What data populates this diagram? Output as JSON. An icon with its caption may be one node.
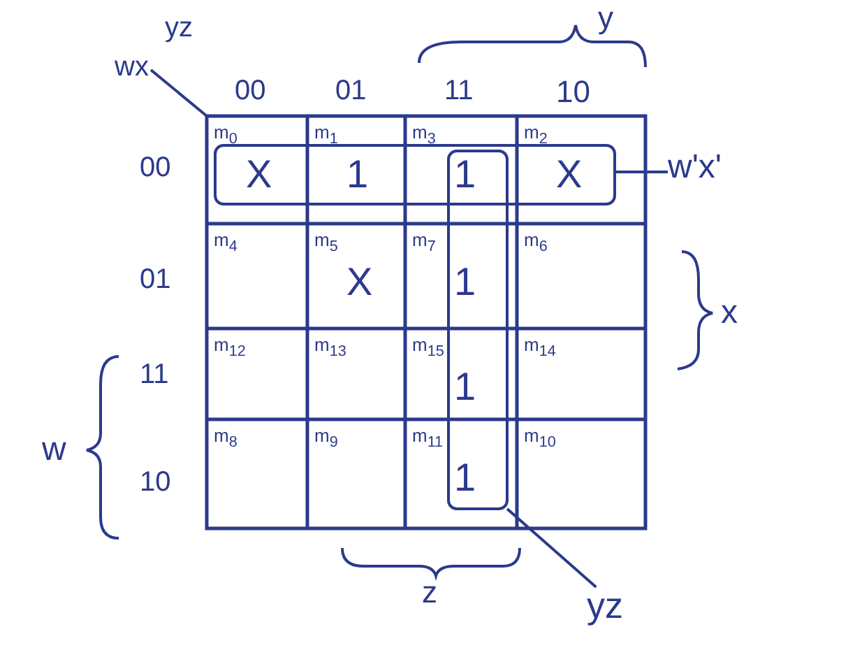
{
  "diagram": {
    "nodes": [
      {
        "text": [
          "w'x'"
        ]
      },
      {
        "text": [],
        "shape": "box"
      },
      {
        "text": [
          "yz"
        ]
      },
      {
        "text": [],
        "shape": "box"
      }
    ],
    "edges": [
      {
        "from": 0,
        "to": 1,
        "arrow": "none"
      },
      {
        "from": 2,
        "to": 3,
        "arrow": "none"
      }
    ],
    "labels": [
      "yz",
      "y",
      "wx",
      "00",
      "01",
      "11",
      "10",
      "00",
      "m$_{0}$",
      "X",
      "m$_{1}$",
      "1",
      "m$_{3}$",
      "1",
      "m$_{2}$",
      "X",
      "01",
      "m$_{4}$",
      "m$_{5}$",
      "X",
      "m$_{7}$",
      "1",
      "m$_{6}$",
      "x",
      "11",
      "m$_{12}$",
      "m$_{13}$",
      "m$_{15}$",
      "1",
      "m$_{14}$",
      "w",
      "10",
      "m$_{8}$",
      "m$_{9}$",
      "m$_{11}$",
      "1",
      "m$_{10}$",
      "z"
    ]
  }
}
